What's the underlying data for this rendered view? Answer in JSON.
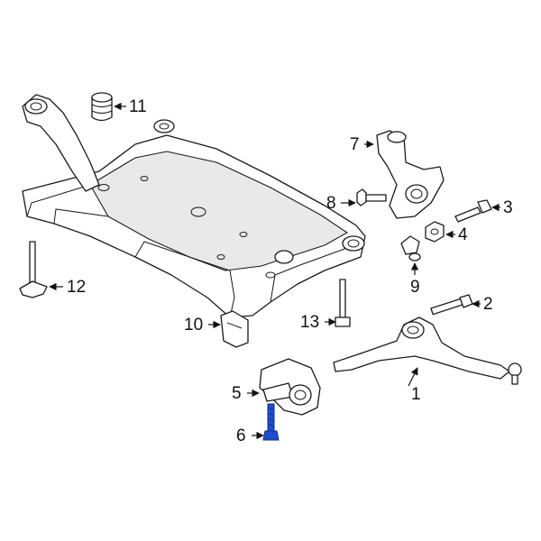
{
  "diagram": {
    "highlight_color": "#1f4fd0",
    "line_color": "#1a1a1a",
    "callouts": [
      {
        "id": "1",
        "text": "1"
      },
      {
        "id": "2",
        "text": "2"
      },
      {
        "id": "3",
        "text": "3"
      },
      {
        "id": "4",
        "text": "4"
      },
      {
        "id": "5",
        "text": "5"
      },
      {
        "id": "6",
        "text": "6"
      },
      {
        "id": "7",
        "text": "7"
      },
      {
        "id": "8",
        "text": "8"
      },
      {
        "id": "9",
        "text": "9"
      },
      {
        "id": "10",
        "text": "10"
      },
      {
        "id": "11",
        "text": "11"
      },
      {
        "id": "12",
        "text": "12"
      },
      {
        "id": "13",
        "text": "13"
      }
    ],
    "highlighted_part": "6"
  }
}
